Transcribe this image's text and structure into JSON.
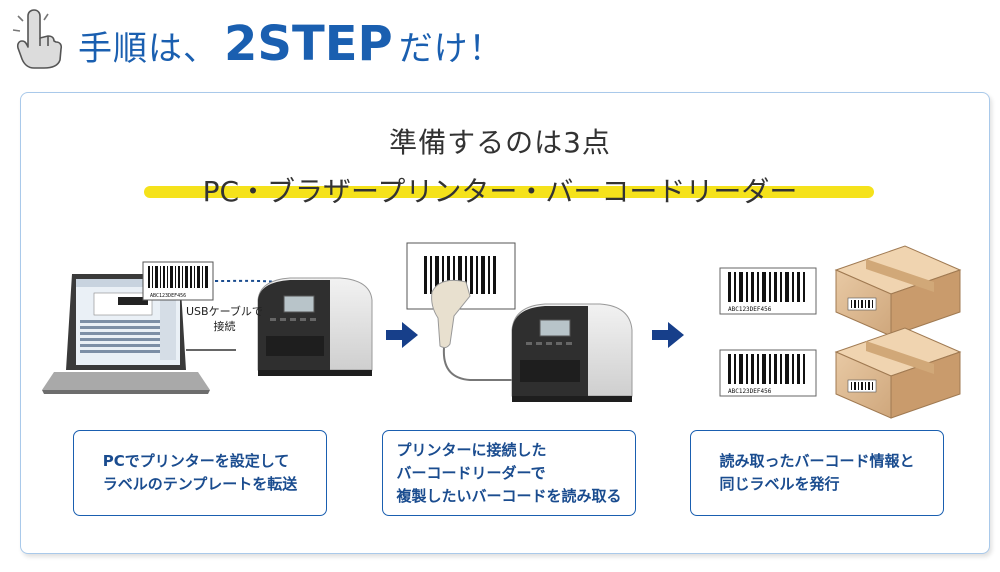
{
  "headline": {
    "part1": "手順は、",
    "part2": "2STEP",
    "part3": "だけ！"
  },
  "panel": {
    "title": "準備するのは3点",
    "subtitle": "PC・ブラザープリンター・バーコードリーダー"
  },
  "illustration": {
    "usb_label": "USBケーブルで\n接続",
    "barcode_text": "ABC123DEF456"
  },
  "steps": [
    {
      "text": "PCでプリンターを設定して\nラベルのテンプレートを転送"
    },
    {
      "text": "プリンターに接続した\nバーコードリーダーで\n複製したいバーコードを読み取る"
    },
    {
      "text": "読み取ったバーコード情報と\n同じラベルを発行"
    }
  ],
  "colors": {
    "accent": "#1a5fb0",
    "marker": "#f5e21b",
    "arrow": "#173f8a"
  }
}
